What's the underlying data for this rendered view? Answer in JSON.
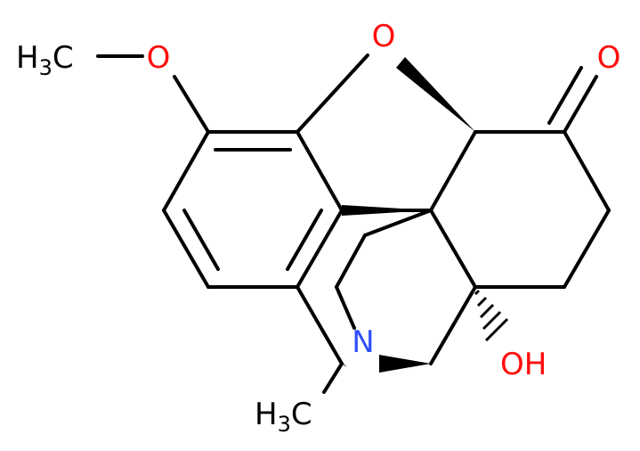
{
  "molecule": {
    "labels": {
      "methoxy_h": "H",
      "methoxy_sub": "3",
      "methoxy_c": "C",
      "methoxy_o": "O",
      "ring_o": "O",
      "ketone_o": "O",
      "nitrogen": "N",
      "hydroxyl": "OH",
      "methyl_h": "H",
      "methyl_sub": "3",
      "methyl_c": "C"
    },
    "colors": {
      "bond": "#000000",
      "carbon_hydrogen_text": "#000000",
      "oxygen": "#ff0d0d",
      "nitrogen": "#3050f8"
    }
  }
}
